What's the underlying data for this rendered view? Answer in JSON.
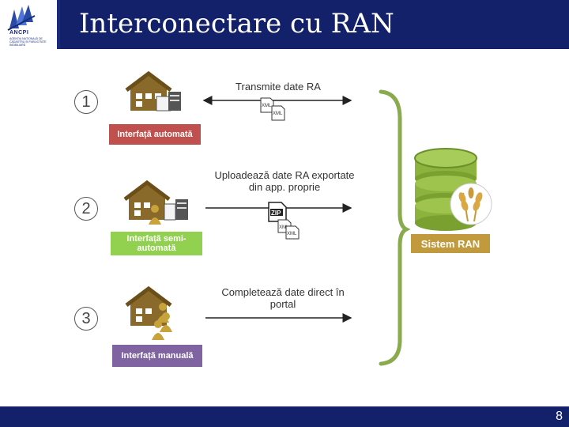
{
  "slide": {
    "title": "Interconectare cu RAN",
    "page_number": "8"
  },
  "logo": {
    "name": "ANCPI",
    "subtitle": "AGENȚIA NAȚIONALĂ DE CADASTRU ȘI PUBLICITATE IMOBILIARĂ"
  },
  "rows": [
    {
      "number": "1",
      "label": "Interfață automată",
      "label_color": "#c0504d",
      "arrow_text": "Transmite date RA",
      "files": [
        "XML",
        "XML"
      ]
    },
    {
      "number": "2",
      "label": "Interfață semi-automată",
      "label_color": "#92d050",
      "arrow_text": "Uploadează date RA exportate din app. proprie",
      "files": [
        "ZIP",
        "XML",
        "XML"
      ]
    },
    {
      "number": "3",
      "label": "Interfață manuală",
      "label_color": "#8064a2",
      "arrow_text": "Completează date direct în portal",
      "files": []
    }
  ],
  "system": {
    "label": "Sistem RAN",
    "label_color": "#c19a3e",
    "db_color": "#8bb33d"
  },
  "colors": {
    "header_bg": "#13206a",
    "brace": "#8aaa4e"
  }
}
